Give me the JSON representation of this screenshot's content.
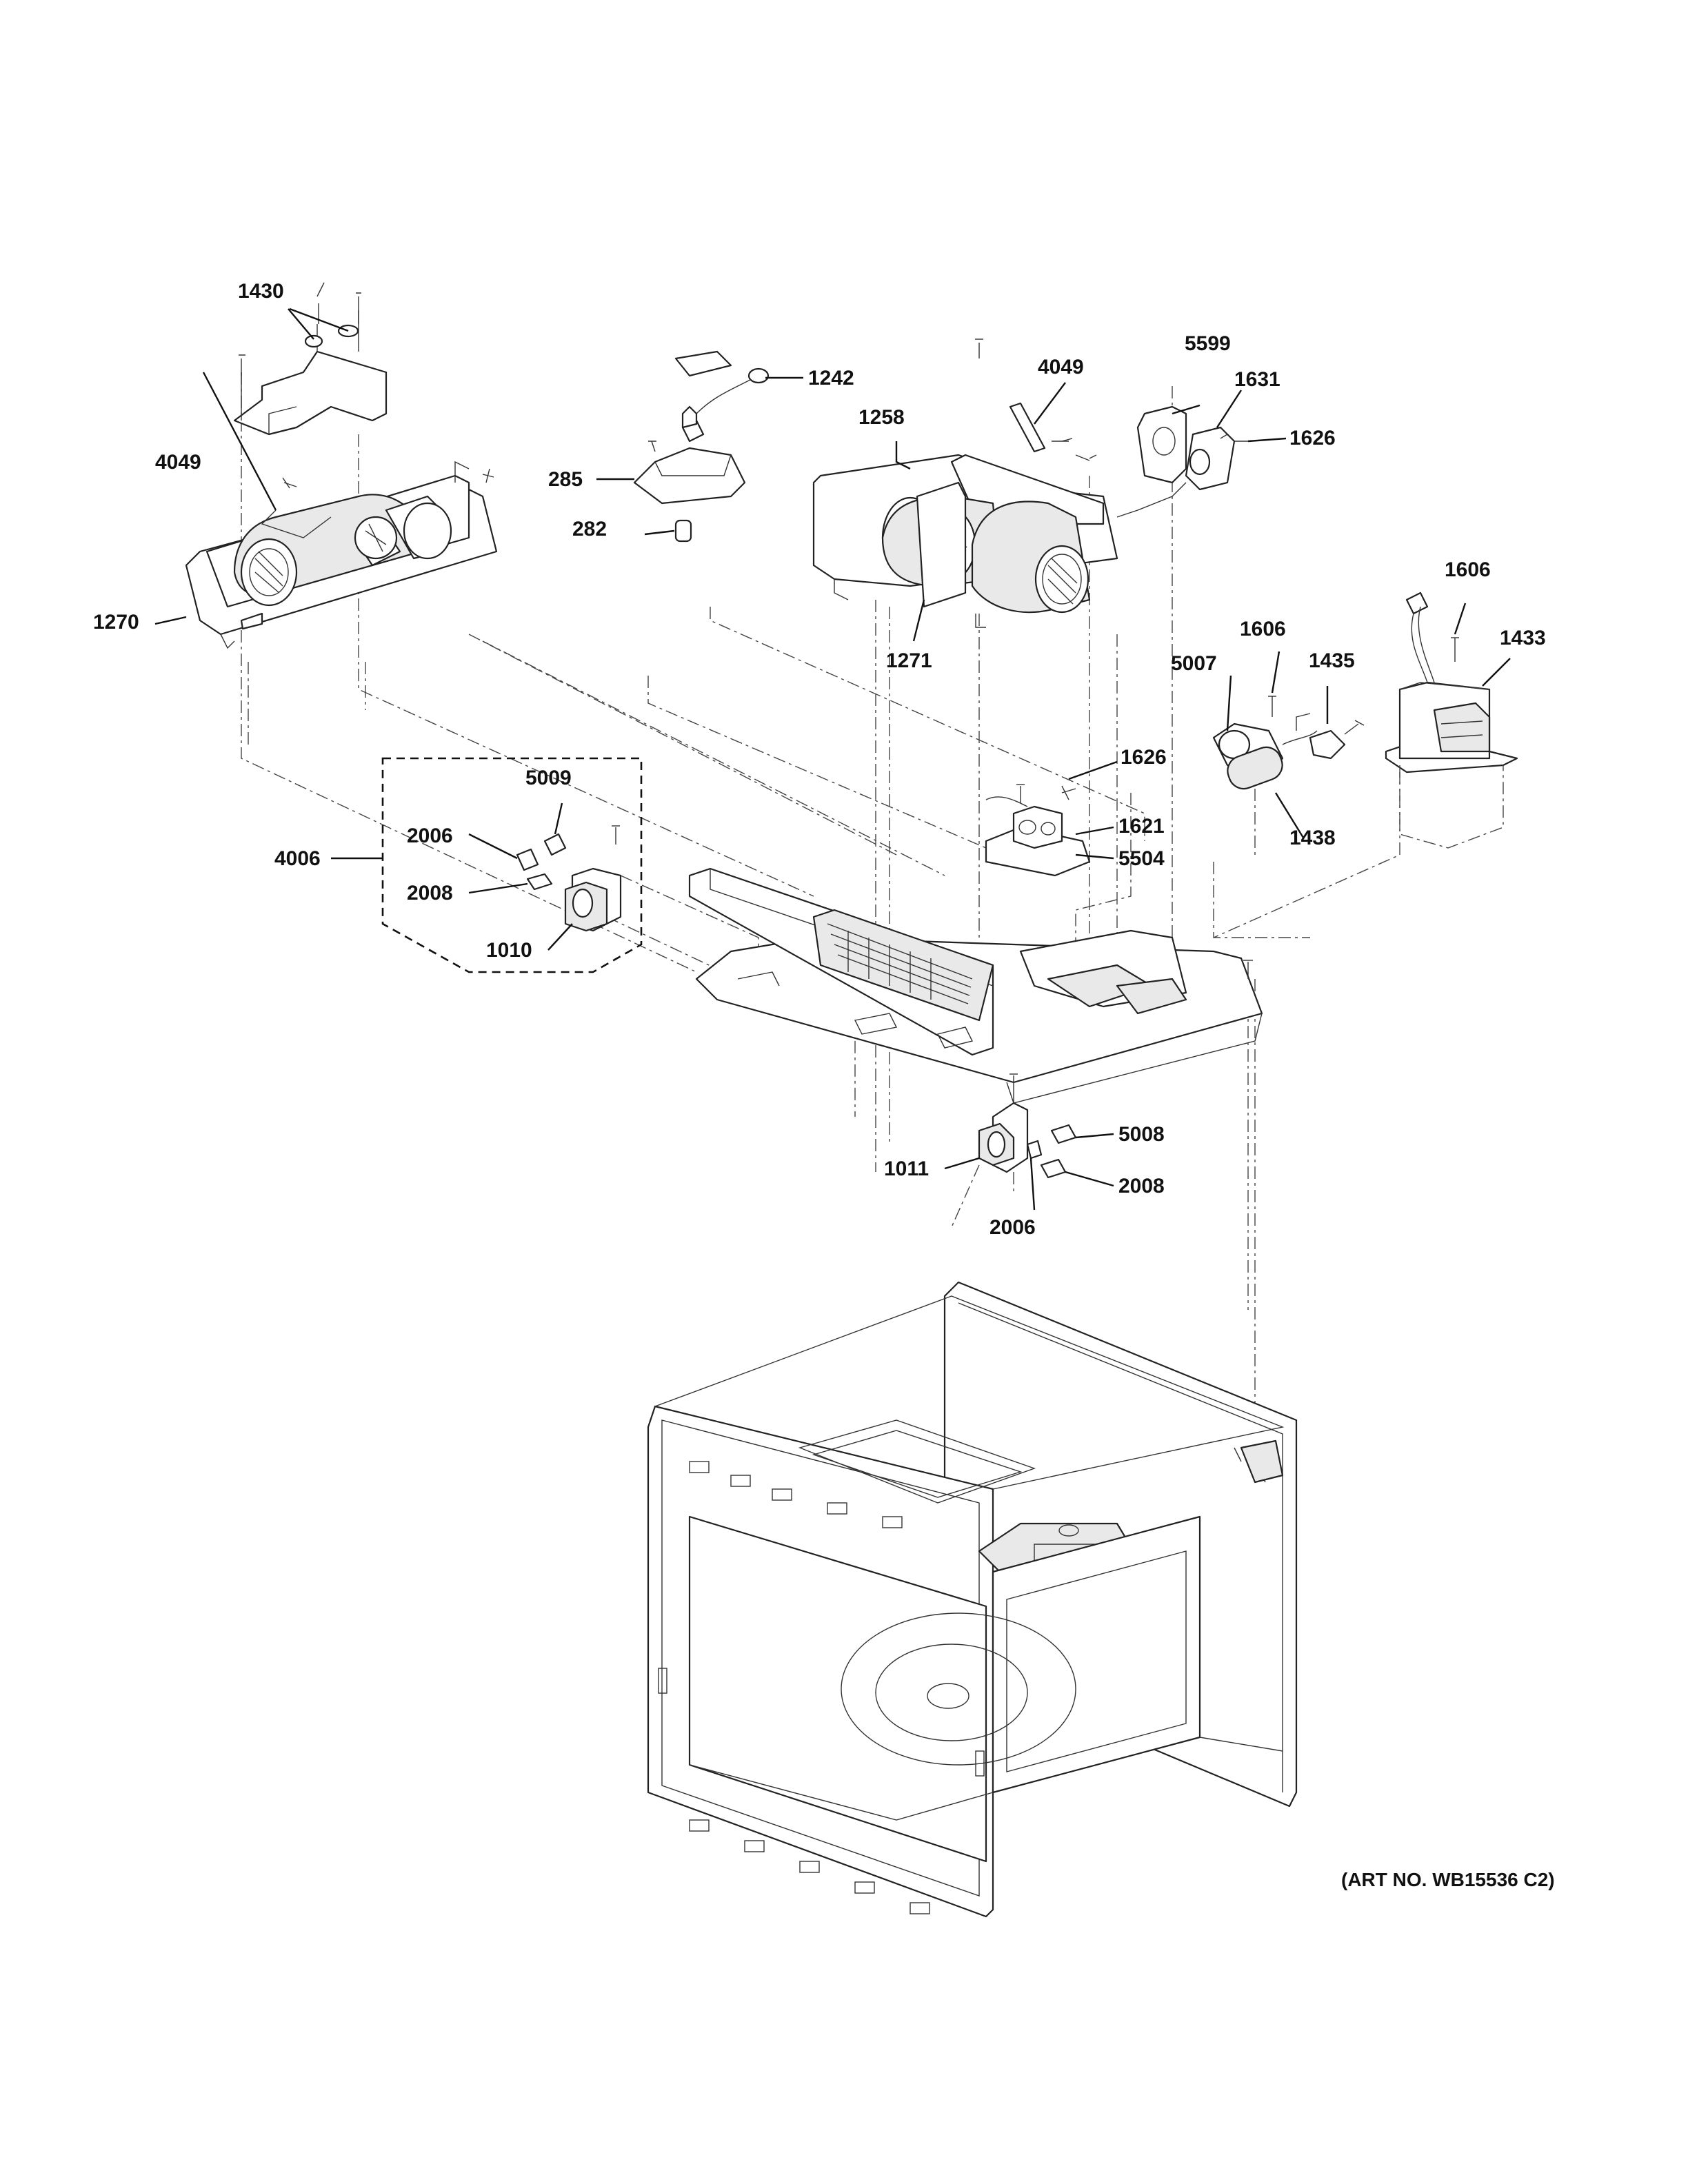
{
  "labels": {
    "l1430": "1430",
    "l1242": "1242",
    "l4049a": "4049",
    "l5599": "5599",
    "l1631": "1631",
    "l1258": "1258",
    "l1626a": "1626",
    "l4049b": "4049",
    "l285": "285",
    "l282": "282",
    "l1270": "1270",
    "l1271": "1271",
    "l1606a": "1606",
    "l1606b": "1606",
    "l1433": "1433",
    "l5007": "5007",
    "l1435": "1435",
    "l5009": "5009",
    "l1626b": "1626",
    "l2006a": "2006",
    "l4006": "4006",
    "l1621": "1621",
    "l1438": "1438",
    "l5504": "5504",
    "l2008a": "2008",
    "l1010": "1010",
    "l5008": "5008",
    "l1011": "1011",
    "l2008b": "2008",
    "l2006b": "2006"
  },
  "art_number": "(ART NO. WB15536 C2)"
}
